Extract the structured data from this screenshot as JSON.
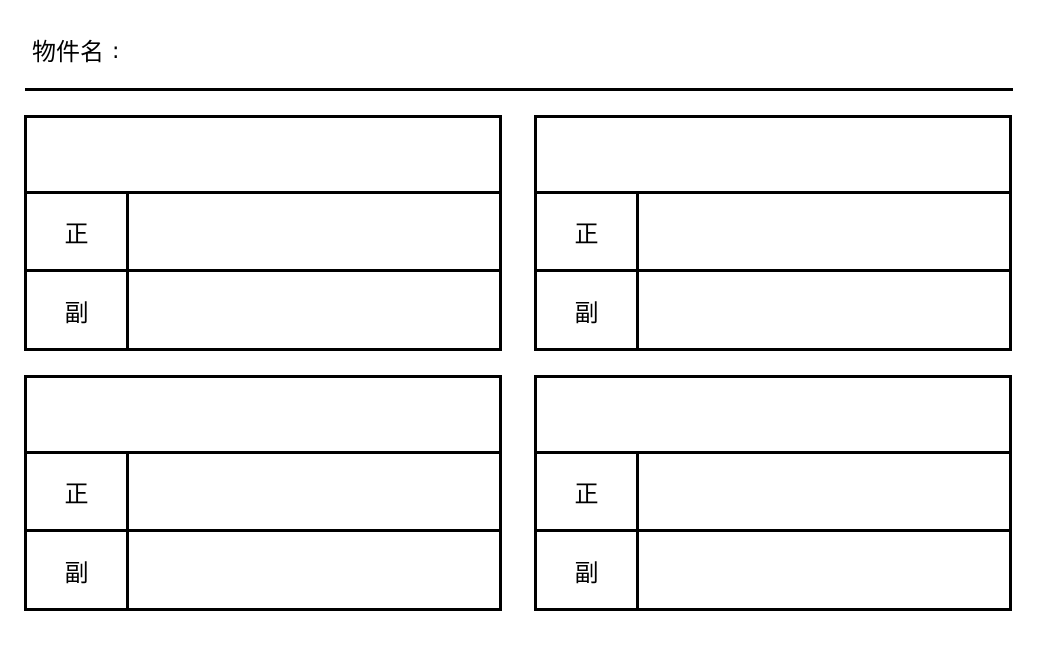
{
  "header": {
    "label": "物件名",
    "colon": ":",
    "value": ""
  },
  "cards": [
    {
      "title": "",
      "rows": [
        {
          "label": "正",
          "value": ""
        },
        {
          "label": "副",
          "value": ""
        }
      ]
    },
    {
      "title": "",
      "rows": [
        {
          "label": "正",
          "value": ""
        },
        {
          "label": "副",
          "value": ""
        }
      ]
    },
    {
      "title": "",
      "rows": [
        {
          "label": "正",
          "value": ""
        },
        {
          "label": "副",
          "value": ""
        }
      ]
    },
    {
      "title": "",
      "rows": [
        {
          "label": "正",
          "value": ""
        },
        {
          "label": "副",
          "value": ""
        }
      ]
    }
  ]
}
